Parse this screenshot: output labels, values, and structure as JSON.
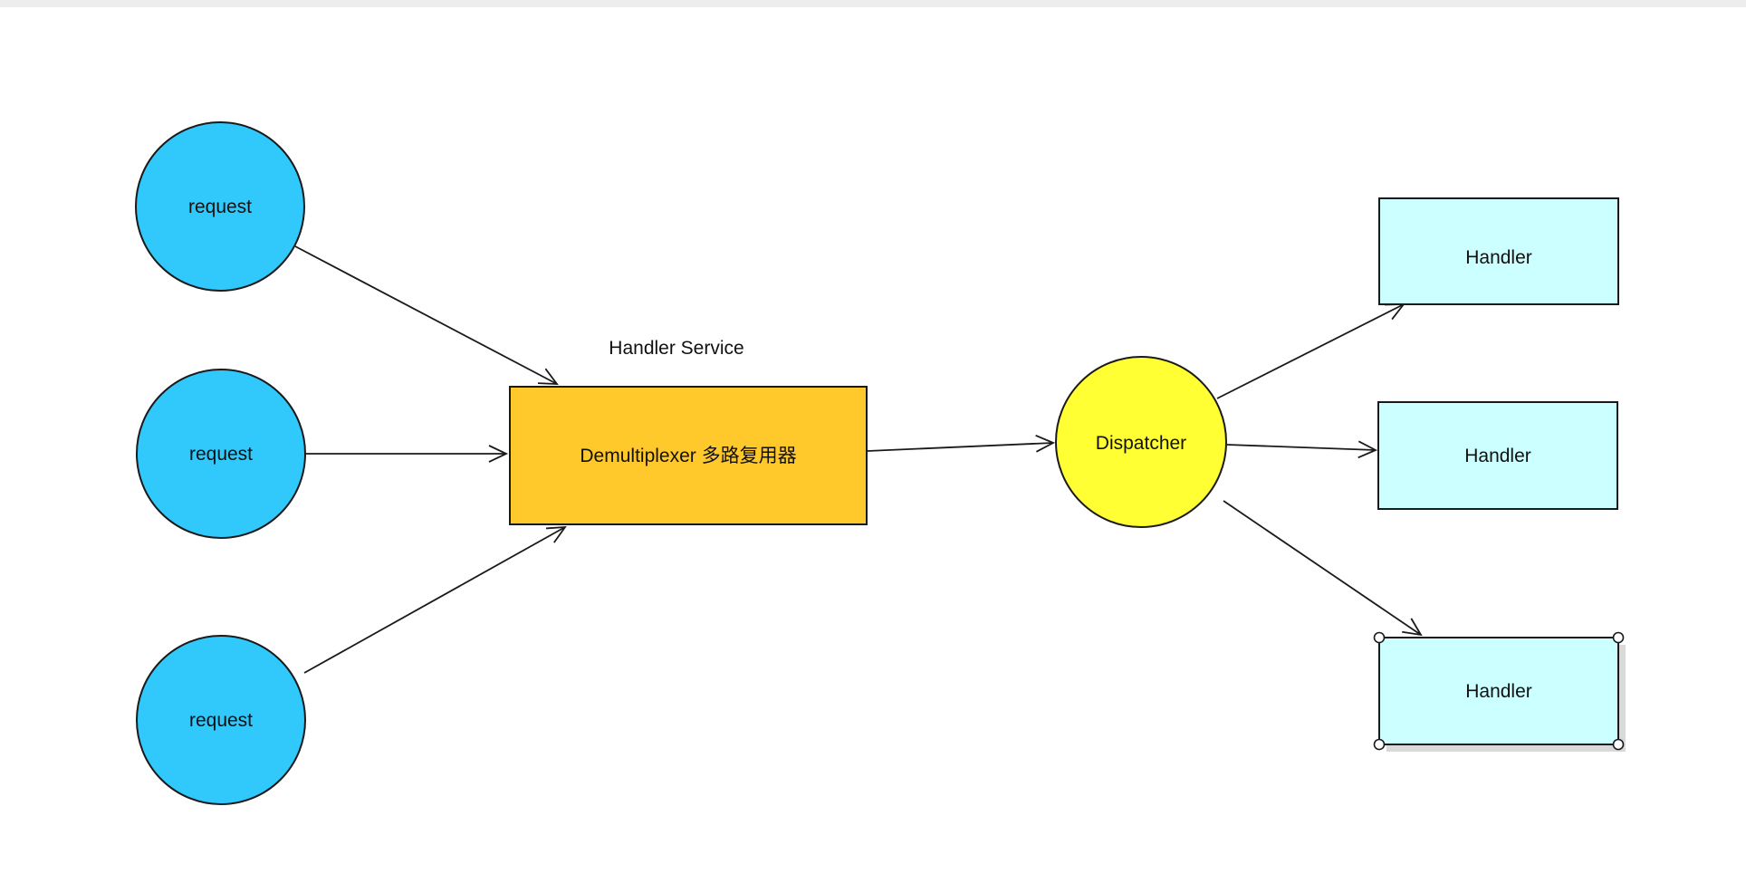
{
  "window": {
    "top_bar_color": "#EEEDED"
  },
  "diagram": {
    "background": "#FFFFFF",
    "requests": [
      {
        "label": "request"
      },
      {
        "label": "request"
      },
      {
        "label": "request"
      }
    ],
    "demultiplexer": {
      "title": "Handler Service",
      "label": "Demultiplexer 多路复用器",
      "fill": "#FFC82B"
    },
    "dispatcher": {
      "label": "Dispatcher",
      "fill": "#FFFF33"
    },
    "handlers": [
      {
        "label": "Handler",
        "selected": false
      },
      {
        "label": "Handler",
        "selected": false
      },
      {
        "label": "Handler",
        "selected": true
      }
    ],
    "colors": {
      "request_fill": "#31C9FB",
      "handler_fill": "#CCFFFF",
      "edge_stroke": "#1A1A1A",
      "selection_shadow": "#D9D9D9",
      "selection_handle_fill": "#FFFFFF"
    }
  }
}
